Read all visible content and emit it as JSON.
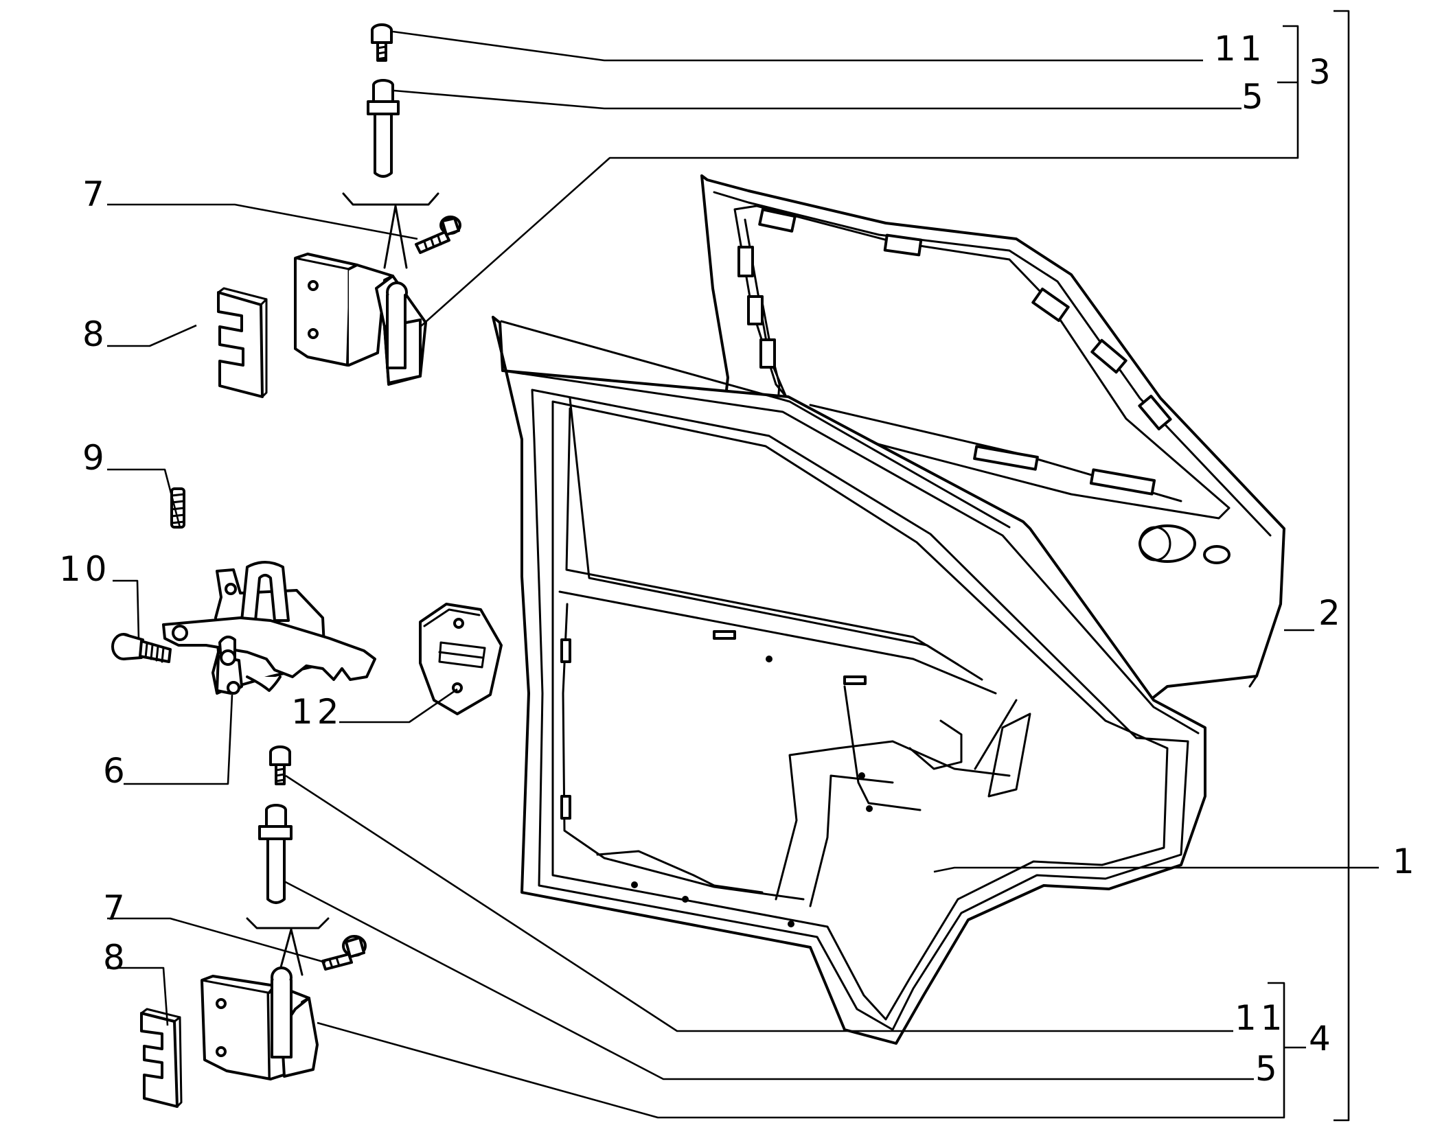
{
  "diagram": {
    "callouts": [
      {
        "id": "c11-top",
        "text": "11"
      },
      {
        "id": "c5-top",
        "text": "5"
      },
      {
        "id": "c3",
        "text": "3"
      },
      {
        "id": "c7-top",
        "text": "7"
      },
      {
        "id": "c8-top",
        "text": "8"
      },
      {
        "id": "c9",
        "text": "9"
      },
      {
        "id": "c10",
        "text": "10"
      },
      {
        "id": "c12",
        "text": "12"
      },
      {
        "id": "c6",
        "text": "6"
      },
      {
        "id": "c2",
        "text": "2"
      },
      {
        "id": "c1",
        "text": "1"
      },
      {
        "id": "c7-bottom",
        "text": "7"
      },
      {
        "id": "c8-bottom",
        "text": "8"
      },
      {
        "id": "c11-bottom",
        "text": "11"
      },
      {
        "id": "c5-bottom",
        "text": "5"
      },
      {
        "id": "c4",
        "text": "4"
      }
    ]
  }
}
